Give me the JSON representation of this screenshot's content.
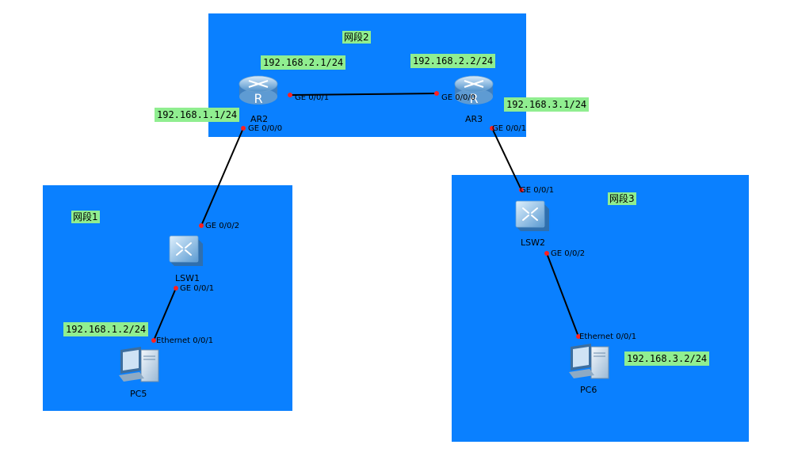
{
  "colors": {
    "area": "#0a80ff",
    "label_bg": "#90ee90",
    "link": "#000000",
    "port_dot": "#ff2020"
  },
  "zones": [
    "网段1",
    "网段2",
    "网段3"
  ],
  "devices": {
    "ar2": "AR2",
    "ar3": "AR3",
    "lsw1": "LSW1",
    "lsw2": "LSW2",
    "pc5": "PC5",
    "pc6": "PC6"
  },
  "ip_labels": {
    "ar2_ge001": "192.168.2.1/24",
    "ar3_ge000": "192.168.2.2/24",
    "ar2_ge000": "192.168.1.1/24",
    "ar3_ge001": "192.168.3.1/24",
    "pc5": "192.168.1.2/24",
    "pc6": "192.168.3.2/24"
  },
  "ports": {
    "ar2_to_ar3": "GE 0/0/1",
    "ar3_to_ar2": "GE 0/0/0",
    "ar2_to_lsw1": "GE 0/0/0",
    "lsw1_to_ar2": "GE 0/0/2",
    "lsw1_to_pc5": "GE 0/0/1",
    "pc5_eth": "Ethernet 0/0/1",
    "ar3_to_lsw2": "GE 0/0/1",
    "lsw2_to_ar3": "GE 0/0/1",
    "lsw2_to_pc6": "GE 0/0/2",
    "pc6_eth": "Ethernet 0/0/1"
  }
}
